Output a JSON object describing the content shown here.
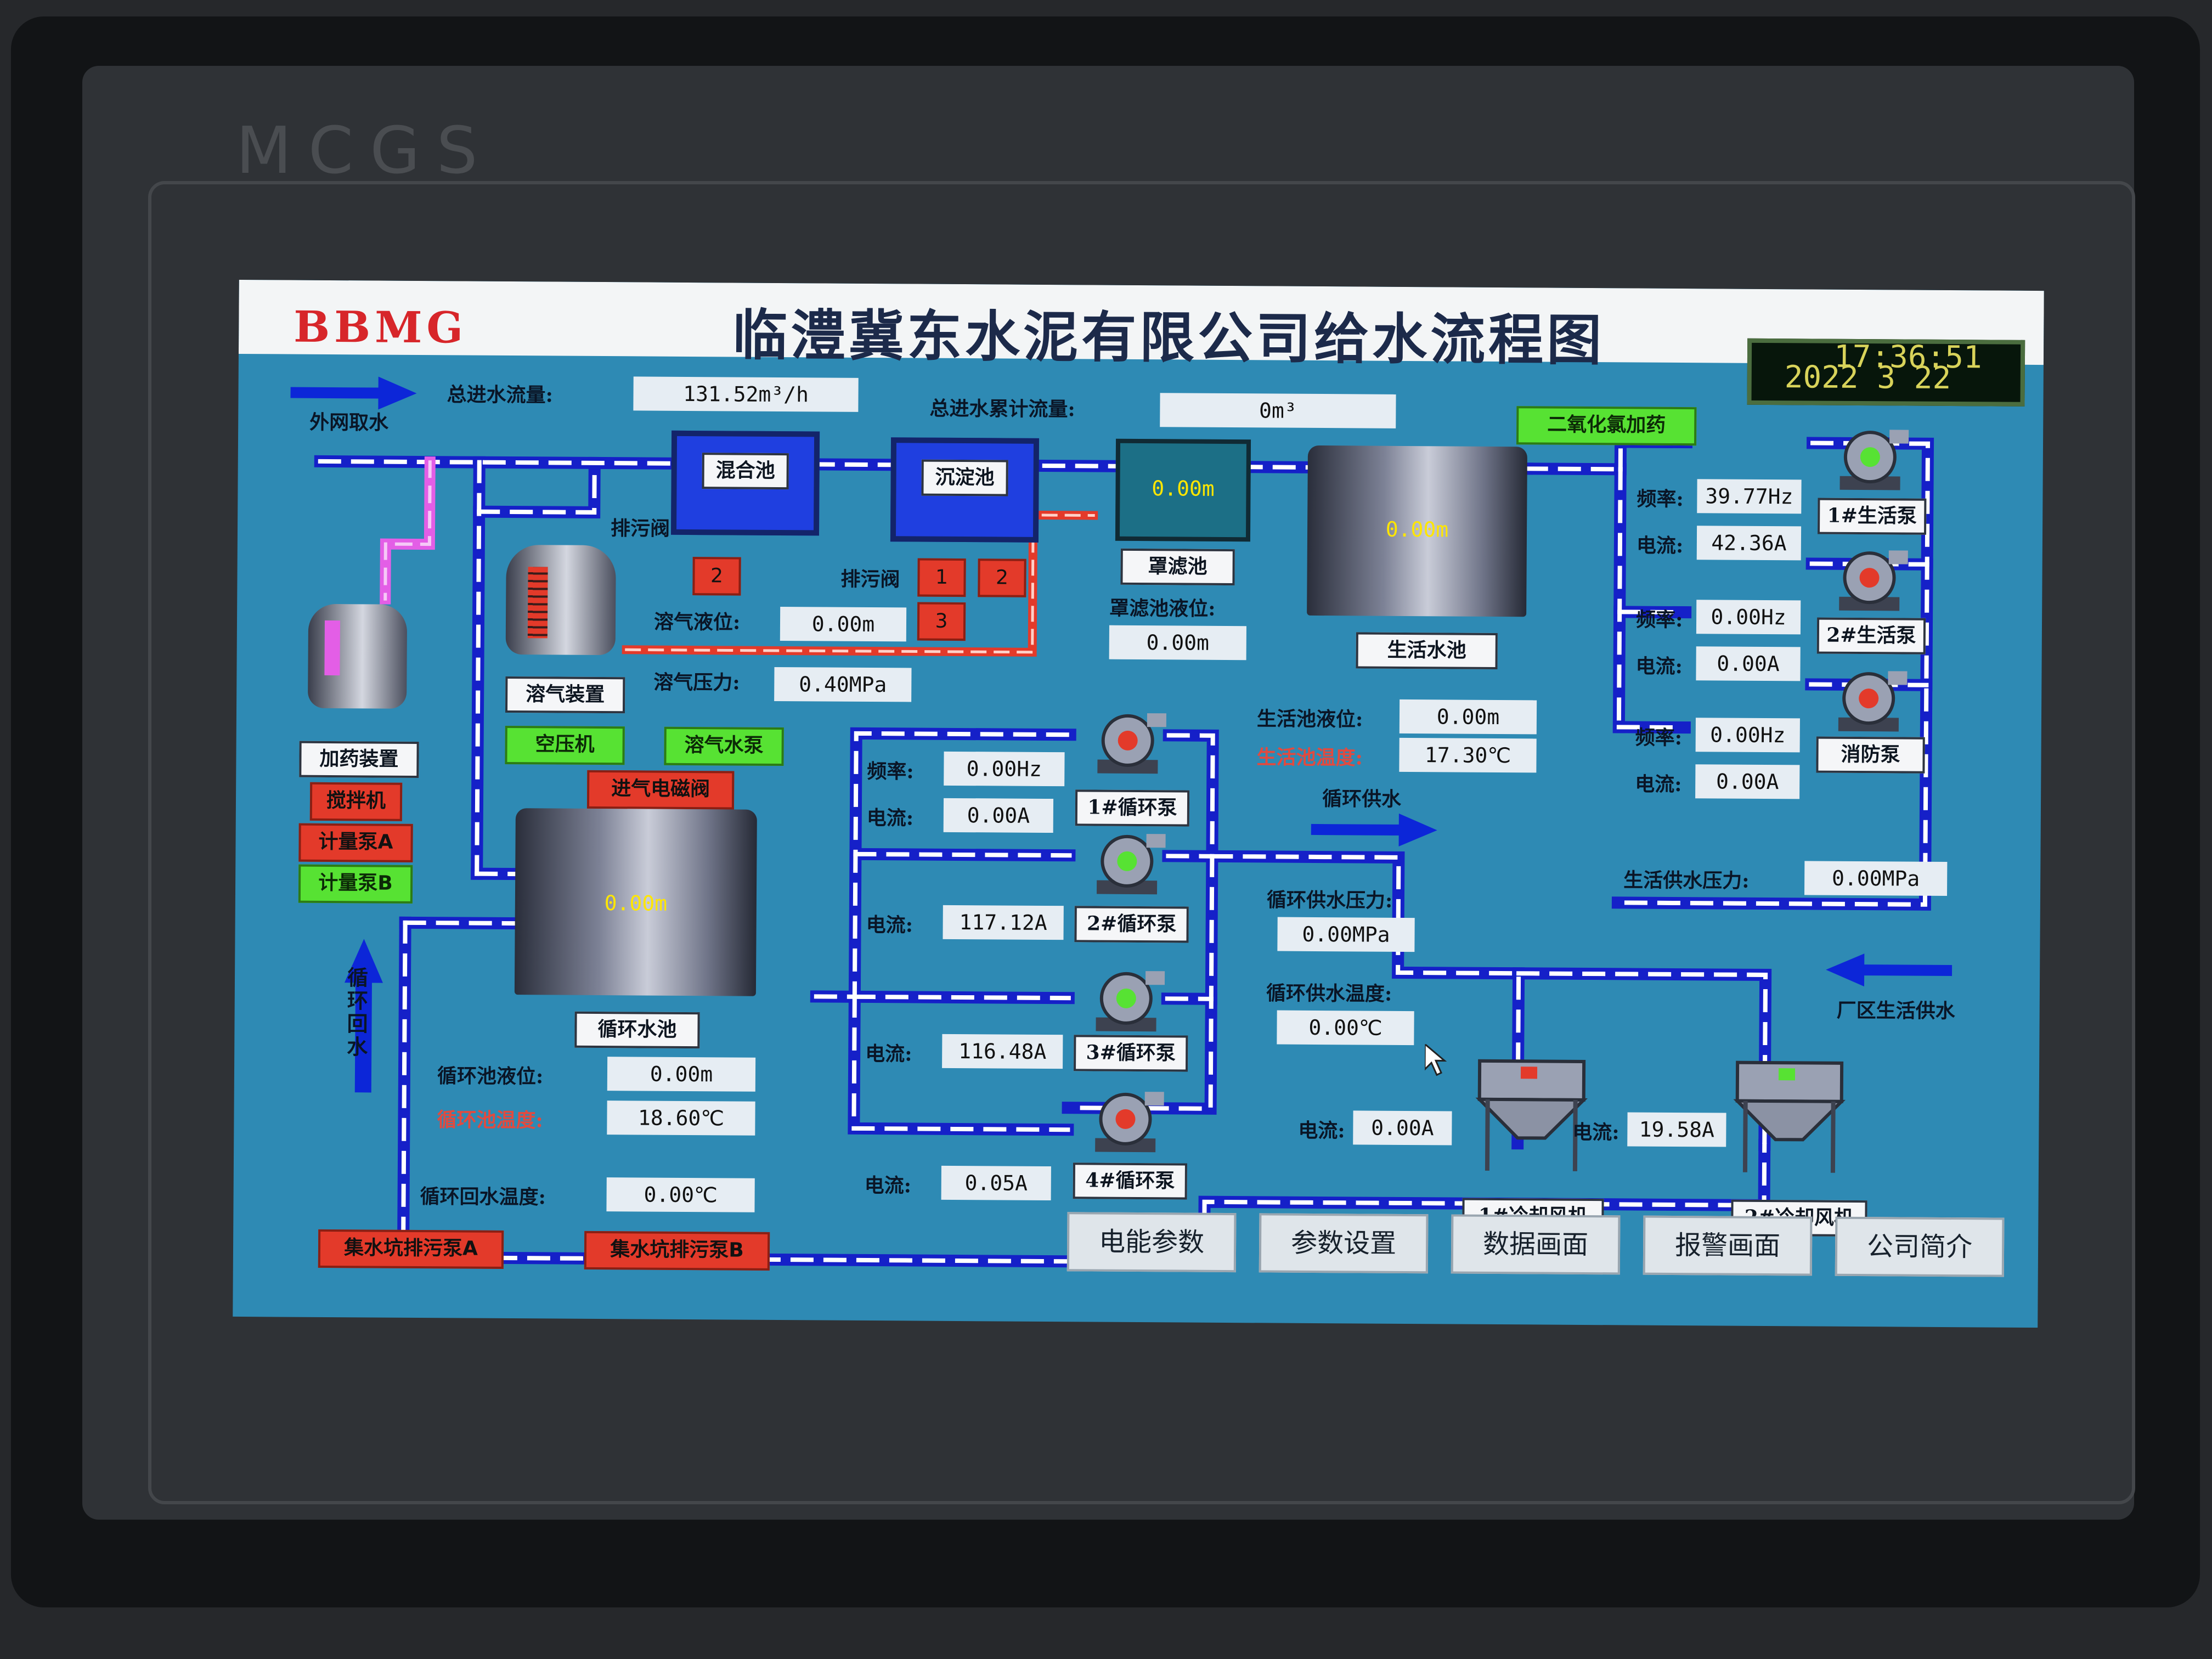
{
  "device": {
    "brand": "MCGS"
  },
  "header": {
    "logo": "BBMG",
    "title": "临澧冀东水泥有限公司给水流程图"
  },
  "clock": {
    "time": "17:36:51",
    "date": "2022  3  22"
  },
  "intake": {
    "label": "外网取水",
    "total_flow_label": "总进水流量:",
    "total_flow": "131.52m³/h",
    "cumulative_label": "总进水累计流量:",
    "cumulative": "0m³"
  },
  "chlorine": {
    "label": "二氧化氯加药"
  },
  "tanks": {
    "mixing": "混合池",
    "settling": "沉淀池",
    "filter": "罩滤池",
    "filter_value": "0.00m",
    "filter_level_label": "罩滤池液位:",
    "filter_level": "0.00m",
    "domestic": "生活水池",
    "domestic_value": "0.00m",
    "circulating": "循环水池",
    "circulating_value": "0.00m"
  },
  "valves": {
    "drain_label_1": "排污阀",
    "drain_label_2": "排污阀",
    "btn_a": "2",
    "btn_b": "1",
    "btn_c": "2",
    "btn_d": "3"
  },
  "dissolved_air": {
    "level_label": "溶气液位:",
    "level": "0.00m",
    "pressure_label": "溶气压力:",
    "pressure": "0.40MPa",
    "device": "溶气装置",
    "compressor": "空压机",
    "pump": "溶气水泵",
    "solenoid": "进气电磁阀"
  },
  "dosing": {
    "device": "加药装置",
    "mixer": "搅拌机",
    "pump_a": "计量泵A",
    "pump_b": "计量泵B"
  },
  "domestic": {
    "level_label": "生活池液位:",
    "level": "0.00m",
    "temp_label": "生活池温度:",
    "temp": "17.30℃",
    "supply_pressure_label": "生活供水压力:",
    "supply_pressure": "0.00MPa",
    "plant_supply": "厂区生活供水",
    "pumps": [
      {
        "name": "1#生活泵",
        "freq_label": "频率:",
        "freq": "39.77Hz",
        "current_label": "电流:",
        "current": "42.36A"
      },
      {
        "name": "2#生活泵",
        "freq_label": "频率:",
        "freq": "0.00Hz",
        "current_label": "电流:",
        "current": "0.00A"
      },
      {
        "name": "消防泵",
        "freq_label": "频率:",
        "freq": "0.00Hz",
        "current_label": "电流:",
        "current": "0.00A"
      }
    ]
  },
  "circulation": {
    "supply_label": "循环供水",
    "return_label": "循环回水",
    "level_label": "循环池液位:",
    "level": "0.00m",
    "temp_label": "循环池温度:",
    "temp": "18.60℃",
    "return_temp_label": "循环回水温度:",
    "return_temp": "0.00℃",
    "supply_pressure_label": "循环供水压力:",
    "supply_pressure": "0.00MPa",
    "supply_temp_label": "循环供水温度:",
    "supply_temp": "0.00℃",
    "pumps": [
      {
        "name": "1#循环泵",
        "freq_label": "频率:",
        "freq": "0.00Hz",
        "current_label": "电流:",
        "current": "0.00A"
      },
      {
        "name": "2#循环泵",
        "current_label": "电流:",
        "current": "117.12A"
      },
      {
        "name": "3#循环泵",
        "current_label": "电流:",
        "current": "116.48A"
      },
      {
        "name": "4#循环泵",
        "current_label": "电流:",
        "current": "0.05A"
      }
    ]
  },
  "cooling": {
    "fan1": "1#冷却风机",
    "fan1_current_label": "电流:",
    "fan1_current": "0.00A",
    "fan2": "2#冷却风机",
    "fan2_current_label": "电流:",
    "fan2_current": "19.58A"
  },
  "sump": {
    "pump_a": "集水坑排污泵A",
    "pump_b": "集水坑排污泵B"
  },
  "nav": [
    "电能参数",
    "参数设置",
    "数据画面",
    "报警画面",
    "公司简介"
  ],
  "colors": {
    "screen_bg": "#2e8ab4",
    "pipe": "#1520c8",
    "pipe_dash": "#ffffff",
    "alarm_red": "#e33a2a",
    "run_green": "#57e233",
    "tank_blue": "#1f3fe0"
  }
}
